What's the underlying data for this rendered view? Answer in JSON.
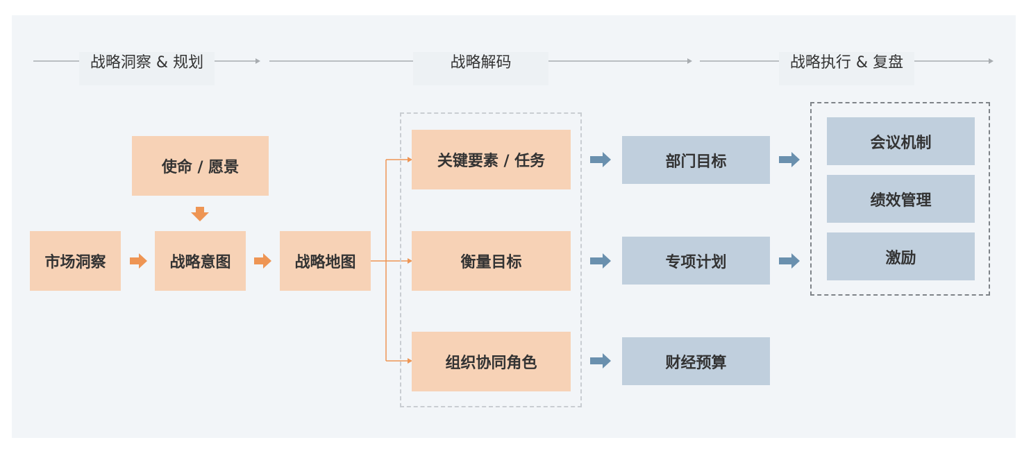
{
  "phases": [
    {
      "label": "战略洞察 & 规划"
    },
    {
      "label": "战略解码"
    },
    {
      "label": "战略执行 & 复盘"
    }
  ],
  "nodes": {
    "mission_vision": "使命 / 愿景",
    "market_insight": "市场洞察",
    "strategic_intent": "战略意图",
    "strategy_map": "战略地图",
    "key_elements": "关键要素 / 任务",
    "measure_goals": "衡量目标",
    "org_roles": "组织协同角色",
    "dept_goals": "部门目标",
    "special_plans": "专项计划",
    "finance_budget": "财经预算",
    "meeting_mechanism": "会议机制",
    "performance_mgmt": "绩效管理",
    "incentive": "激励"
  },
  "colors": {
    "orange_box": "#f7d2b6",
    "orange_arrow": "#ee9554",
    "blue_box": "#c0cfdd",
    "blue_arrow": "#6a90ae",
    "text": "#333333",
    "timeline": "#a8acb0"
  }
}
